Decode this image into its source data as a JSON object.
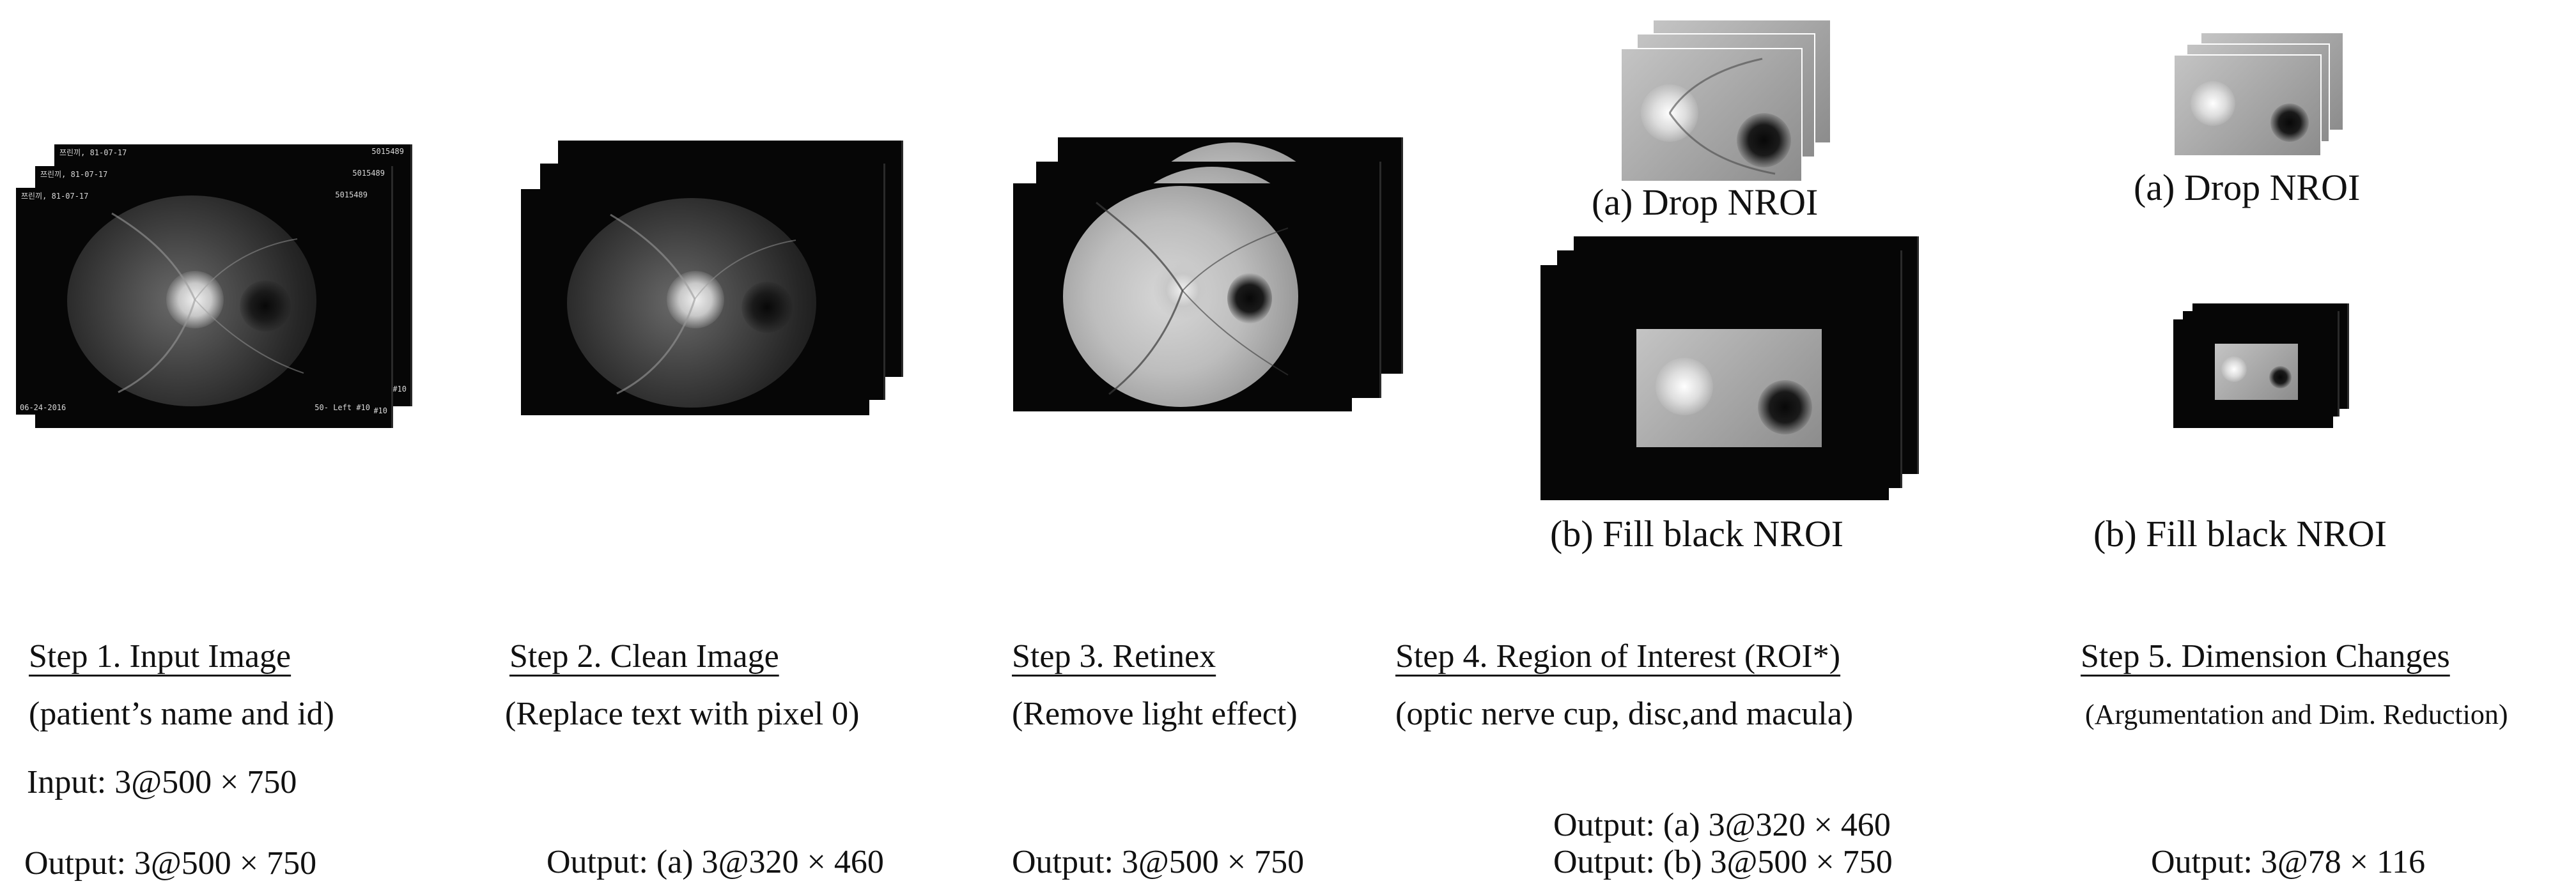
{
  "steps": [
    {
      "title": "Step 1. Input Image",
      "description": "(patient’s name and id)"
    },
    {
      "title": "Step 2. Clean Image",
      "description": "(Replace text with pixel 0)"
    },
    {
      "title": "Step 3. Retinex",
      "description": "(Remove light effect)"
    },
    {
      "title": "Step 4. Region of Interest (ROI*)",
      "description": "(optic nerve cup, disc,and macula)"
    },
    {
      "title": "Step 5. Dimension Changes",
      "description": "(Argumentation and Dim. Reduction)"
    }
  ],
  "io": {
    "step1_input": "Input: 3@500 × 750",
    "step1_output": "Output: 3@500 × 750",
    "step2_output": "Output: (a) 3@320 × 460",
    "step3_output": "Output: 3@500 × 750",
    "step4_output_a": "Output: (a) 3@320 × 460",
    "step4_output_b": "Output: (b) 3@500 × 750",
    "step5_output": "Output: 3@78 × 116"
  },
  "captions": {
    "step4_a": "(a) Drop NROI",
    "step4_b": "(b) Fill black NROI",
    "step5_a": "(a) Drop NROI",
    "step5_b": "(b) Fill black NROI"
  },
  "image_overlays": {
    "name_date_1": "쯔린끼, 81-07-17",
    "name_date_2": "쯔린끼, 81-07-17",
    "name_date_3": "쯔린끼, 81-07-17",
    "id_1": "5015489",
    "id_2": "5015489",
    "id_3": "5015489",
    "exam_date": "06-24-2016",
    "eye_side": "50- Left #10",
    "frame_no_1": "#10",
    "frame_no_2": "#10"
  }
}
